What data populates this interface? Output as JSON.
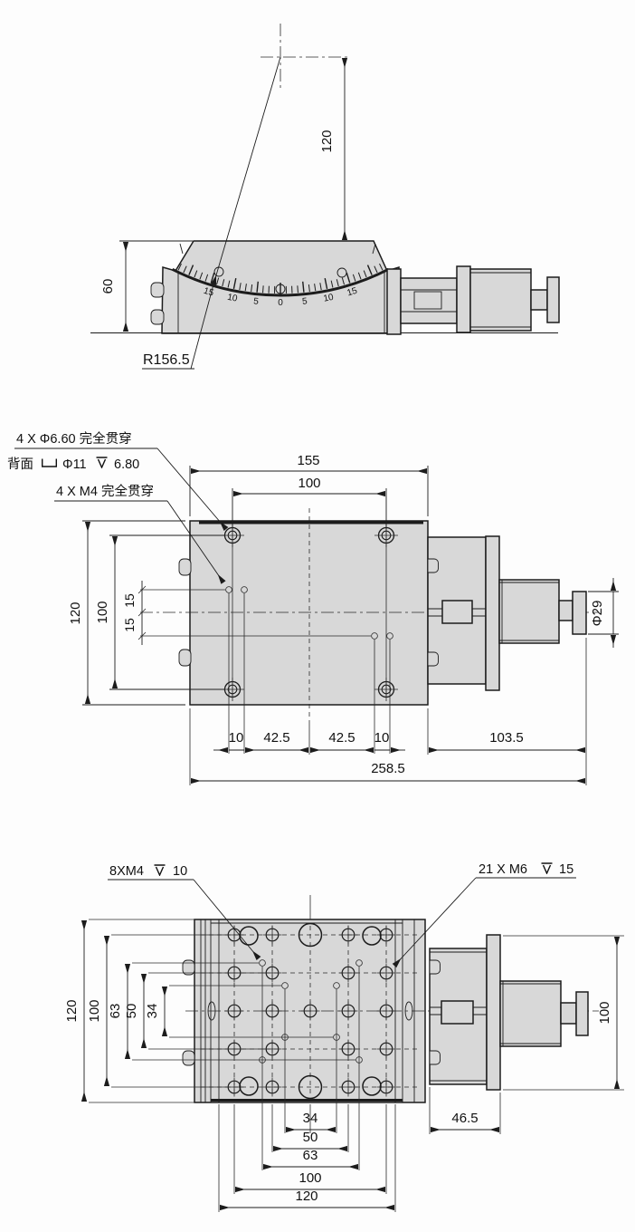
{
  "palette": {
    "line": "#1c1c1c",
    "body_gray": "#d8d8d8",
    "background": "#fdfdfd"
  },
  "side_view": {
    "dim_pivot_height": "120",
    "dim_body_height": "60",
    "radius_label": "R156.5",
    "scale_labels": [
      "15",
      "10",
      "5",
      "0",
      "5",
      "10",
      "15"
    ]
  },
  "plan_view": {
    "callout_cbore_line1": "4 X Φ6.60  完全贯穿",
    "cbore_prefix": "背面",
    "cbore_dia": "Φ11",
    "cbore_depth": "6.80",
    "callout_m4": "4 X M4 完全贯穿",
    "dim_width": "155",
    "dim_hole_span_x": "100",
    "dim_height": "120",
    "dim_hole_span_y": "100",
    "dim_offset_upper": "15",
    "dim_offset_lower": "15",
    "dim_knob_dia": "Φ29",
    "dim_m4_left": "10",
    "dim_span_left": "42.5",
    "dim_span_right": "42.5",
    "dim_m4_right": "10",
    "dim_motor_len": "103.5",
    "dim_total_len": "258.5"
  },
  "table_view": {
    "m4_callout_label": "8XM4",
    "m4_callout_depth": "10",
    "m6_callout_label": "21 X M6",
    "m6_callout_depth": "15",
    "left_dims": [
      "120",
      "100",
      "63",
      "50",
      "34"
    ],
    "bottom_dims": [
      "34",
      "50",
      "63",
      "100",
      "120"
    ],
    "dim_motor_offset": "46.5",
    "dim_motor_height": "100"
  }
}
